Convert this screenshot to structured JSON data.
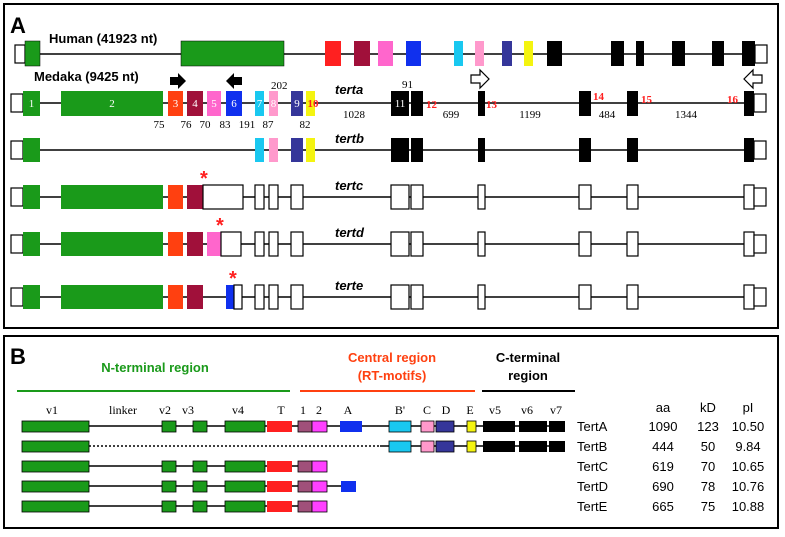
{
  "panel_a": {
    "label": "A",
    "human_label": "Human (41923 nt)",
    "medaka_label": "Medaka (9425 nt)",
    "number_202": "202",
    "number_91": "91",
    "gene_names": [
      "terta",
      "tertb",
      "tertc",
      "tertd",
      "terte"
    ],
    "exon_numbers": [
      "1",
      "2",
      "3",
      "4",
      "5",
      "6",
      "7",
      "8",
      "9",
      "10",
      "11",
      "12",
      "13",
      "14",
      "15",
      "16"
    ],
    "intron_sizes": [
      "75",
      "76",
      "70",
      "83",
      "191",
      "87",
      "82",
      "1028",
      "699",
      "1199",
      "484",
      "1344"
    ],
    "stop_marker": "*"
  },
  "panel_b": {
    "label": "B",
    "region_n": "N-terminal region",
    "region_central_1": "Central region",
    "region_central_2": "(RT-motifs)",
    "region_c_1": "C-terminal",
    "region_c_2": "region",
    "domain_labels": [
      "v1",
      "linker",
      "v2",
      "v3",
      "v4",
      "T",
      "1",
      "2",
      "A",
      "B'",
      "C",
      "D",
      "E",
      "v5",
      "v6",
      "v7"
    ],
    "table_headers": [
      "aa",
      "kD",
      "pI"
    ],
    "proteins": [
      {
        "name": "TertA",
        "aa": "1090",
        "kd": "123",
        "pi": "10.50"
      },
      {
        "name": "TertB",
        "aa": "444",
        "kd": "50",
        "pi": "9.84"
      },
      {
        "name": "TertC",
        "aa": "619",
        "kd": "70",
        "pi": "10.65"
      },
      {
        "name": "TertD",
        "aa": "690",
        "kd": "78",
        "pi": "10.76"
      },
      {
        "name": "TertE",
        "aa": "665",
        "kd": "75",
        "pi": "10.88"
      }
    ]
  },
  "colors": {
    "green": "#1a9a1a",
    "red": "#ff2020",
    "orangered": "#ff4010",
    "darkred": "#a0103a",
    "pink": "#ff66cc",
    "lightpink": "#ff99cc",
    "blue": "#1030ee",
    "cyan": "#19c8f0",
    "navy": "#35369a",
    "yellow": "#f4f410",
    "black": "#000000",
    "magenta": "#ff40ff",
    "plum": "#a0507a",
    "regionRed": "#ff4010"
  }
}
